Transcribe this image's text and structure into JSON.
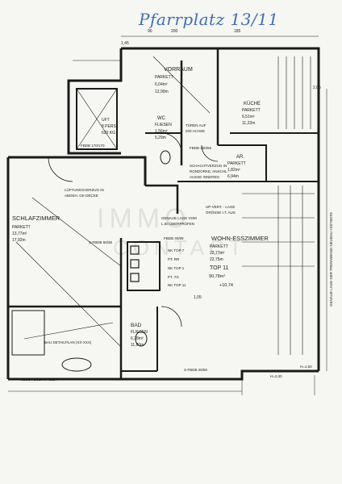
{
  "title": "Pfarrplatz 13/11",
  "watermark": {
    "line1": "IMMO",
    "line2": "CONTACT"
  },
  "rooms": {
    "vorraum": {
      "name": "VORRAUM",
      "floor": "PARKETT",
      "area1": "6,04m²",
      "area2": "12,90m"
    },
    "wc": {
      "name": "WC",
      "floor": "FLIESEN",
      "area1": "1,56m²",
      "area2": "5,29m"
    },
    "kueche": {
      "name": "KÜCHE",
      "floor": "PARKETT",
      "area1": "6,51m²",
      "area2": "11,22m"
    },
    "ar": {
      "name": "AR.",
      "floor": "PARKETT",
      "area1": "1,82m²",
      "area2": "6,94m"
    },
    "schlafzimmer": {
      "name": "SCHLAFZIMMER",
      "floor": "PARKETT",
      "area1": "13,77m²",
      "area2": "17,92m"
    },
    "wohn": {
      "name": "WOHN-ESSZIMMER",
      "floor": "PARKETT",
      "area1": "22,77m²",
      "area2": "22,75m"
    },
    "bad": {
      "name": "BAD",
      "floor": "FLIESEN",
      "area1": "6,78m²",
      "area2": "11,60m"
    },
    "top": {
      "name": "TOP 11",
      "area": "90,78m²",
      "level": "+10,74"
    },
    "uft": {
      "name": "UFT",
      "line2": "8 PERS",
      "line3": "630 KG"
    }
  },
  "notes": {
    "schacht1": "SCHACHTVERZUG IN",
    "schacht2": "RONDORKE, ANSCHL.",
    "schacht3": "AUSSE INNEREN",
    "lueftung1": "LÜFTUNGSVERZUG IN",
    "lueftung2": "ABGEH. GK-DECKE",
    "genaue1": "GENAUE LAGE VOM",
    "genaue2": "L.50 ÜBERPRÜFEN",
    "up": "UP-VERT. - LAGE",
    "up2": "GRÖSSE I.T. AUS",
    "tueren": "TÜREN AUF",
    "achse": "200 ACHSE",
    "fbdb1": "FBDB 170/170",
    "fbdb2": "FBDB 100/65",
    "fbdb3": "FBDB 40/89",
    "fbdb4": "S-FBDB 50/35",
    "fbdb5": "S-FBDB 25/50",
    "nk7": "NK TOP 7",
    "nk1": "NK TOP 1",
    "nk11": "NK TOP 11",
    "pt": "PT. RR",
    "pt2": "PT. 7/1",
    "detail": "BAU DETAILPLAN (XX-XXX)",
    "side": "GENAUE LAGE DER TRENNWAND NEUBAU HOFSEITE",
    "neue": "NEUE FEUERMAUER",
    "h1": "H=2,00",
    "h2": "H=1,50",
    "d1": "90",
    "d2": "200",
    "d3": "185",
    "d4": "2,05",
    "d5": "1,05",
    "d6": "1,45"
  }
}
